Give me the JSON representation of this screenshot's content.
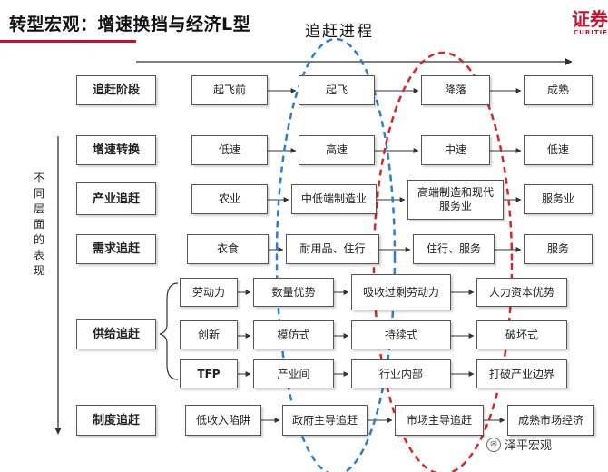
{
  "header": {
    "title": "转型宏观：增速换挡与经济L型",
    "logo_main": "证券",
    "logo_sub": "CURITIE"
  },
  "progress_label": "追赶进程",
  "vertical_label": [
    "不",
    "同",
    "层",
    "面",
    "的",
    "表",
    "现"
  ],
  "rows": [
    {
      "label": "追赶阶段",
      "cells": [
        "起飞前",
        "起飞",
        "降落",
        "成熟"
      ]
    },
    {
      "label": "增速转换",
      "cells": [
        "低速",
        "高速",
        "中速",
        "低速"
      ]
    },
    {
      "label": "产业追赶",
      "cells": [
        "农业",
        "中低端制造业",
        "高端制造和现代服务业",
        "服务业"
      ]
    },
    {
      "label": "需求追赶",
      "cells": [
        "衣食",
        "耐用品、住行",
        "住行、服务",
        "服务"
      ]
    },
    {
      "label": "供给追赶",
      "subrows": [
        {
          "driver": "劳动力",
          "cells": [
            "数量优势",
            "吸收过剩劳动力",
            "人力资本优势"
          ]
        },
        {
          "driver": "创新",
          "cells": [
            "模仿式",
            "持续式",
            "破坏式"
          ]
        },
        {
          "driver": "TFP",
          "cells": [
            "产业间",
            "行业内部",
            "打破产业边界"
          ]
        }
      ]
    },
    {
      "label": "制度追赶",
      "cells": [
        "低收入陷阱",
        "政府主导追赶",
        "市场主导追赶",
        "成熟市场经济"
      ]
    }
  ],
  "watermark": "泽平宏观",
  "colors": {
    "blue_ellipse": "#2a7fd4",
    "red_ellipse": "#d8262b",
    "brand_red": "#c8102e"
  }
}
